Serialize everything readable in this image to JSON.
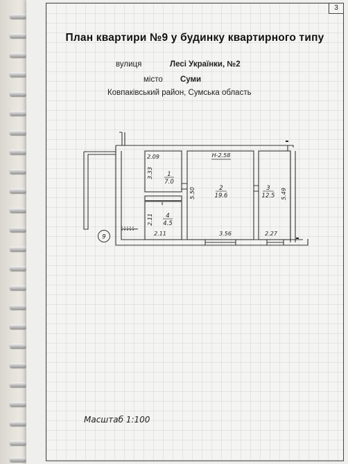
{
  "page_number": "3",
  "title": "План  квартири №9 у будинку квартирного типу",
  "street_label": "вулиця",
  "street_value": "Лесі Українки, №2",
  "city_label": "місто",
  "city_value": "Суми",
  "district": "Ковпаківський район, Сумська область",
  "floor_plan": {
    "height": "H-2.58",
    "apartment_number": "9",
    "rooms": [
      {
        "number": "1",
        "area": "7.0",
        "side": "3.33",
        "top": "2.09"
      },
      {
        "number": "2",
        "area": "19.6",
        "side": "5.50",
        "bottom": "3.56"
      },
      {
        "number": "3",
        "area": "12.5",
        "side": "5.49",
        "bottom": "2.27"
      },
      {
        "number": "4",
        "area": "4.5",
        "side": "2.11",
        "bottom": "2.11"
      }
    ]
  },
  "scale": "Масштаб  1:100"
}
